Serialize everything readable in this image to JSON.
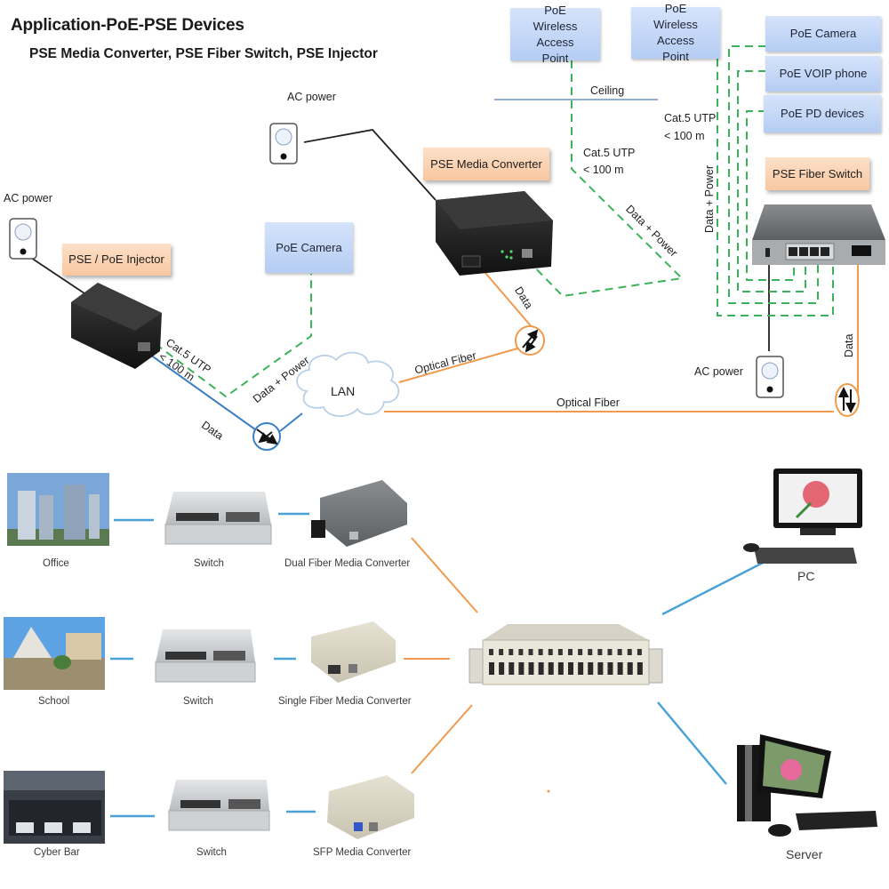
{
  "header": {
    "title": "Application-PoE-PSE Devices",
    "subtitle": "PSE Media Converter, PSE Fiber Switch, PSE Injector"
  },
  "top_diagram": {
    "devices": {
      "poe_injector": "PSE / PoE Injector",
      "media_converter": "PSE Media Converter",
      "fiber_switch": "PSE Fiber Switch",
      "poe_camera_left": "PoE Camera",
      "wireless_ap_1": "PoE Wireless Access Point",
      "wireless_ap_2": "PoE Wireless Access Point",
      "poe_camera_right": "PoE Camera",
      "voip_phone": "PoE VOIP phone",
      "pd_devices": "PoE PD devices",
      "lan": "LAN"
    },
    "labels": {
      "ac_power": "AC power",
      "ceiling": "Ceiling",
      "cat5_line1": "Cat.5 UTP",
      "cat5_line2": "< 100 m",
      "data_power": "Data + Power",
      "data": "Data",
      "optical_fiber": "Optical Fiber"
    },
    "colors": {
      "poe_dashed": "#3cb35a",
      "fiber": "#ef9a4c",
      "copper": "#3b80c3",
      "power": "#222222",
      "device_box": "#c2d5f6",
      "pse_box": "#fad2b2"
    }
  },
  "bottom_diagram": {
    "rows": [
      {
        "site": "Office",
        "switch": "Switch",
        "converter": "Dual Fiber Media Converter"
      },
      {
        "site": "School",
        "switch": "Switch",
        "converter": "Single Fiber Media Converter"
      },
      {
        "site": "Cyber Bar",
        "switch": "Switch",
        "converter": "SFP Media Converter"
      }
    ],
    "chassis": {
      "slots": 16
    },
    "endpoints": {
      "pc": "PC",
      "server": "Server"
    }
  }
}
